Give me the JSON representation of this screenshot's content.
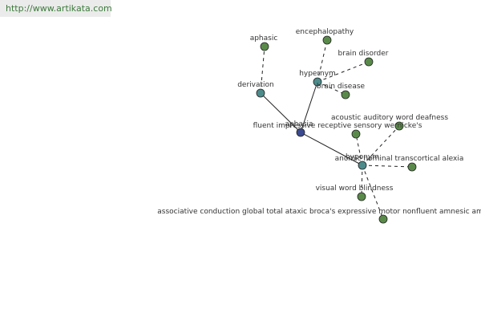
{
  "watermark": {
    "url": "http://www.artikata.com"
  },
  "colors": {
    "center": "#3b4a8f",
    "hub": "#4d8b8b",
    "leaf": "#5a8a4a",
    "stroke": "#222222"
  },
  "nodes": [
    {
      "id": "aphasia",
      "label": "aphasia",
      "kind": "center"
    },
    {
      "id": "hypernym1",
      "label": "hypernym",
      "kind": "hub"
    },
    {
      "id": "derivation",
      "label": "derivation",
      "kind": "hub"
    },
    {
      "id": "hyponym",
      "label": "hyponym",
      "kind": "hub"
    },
    {
      "id": "aphasic",
      "label": "aphasic",
      "kind": "leaf"
    },
    {
      "id": "encephalopathy",
      "label": "encephalopathy",
      "kind": "leaf"
    },
    {
      "id": "brain-disorder",
      "label": "brain disorder",
      "kind": "leaf"
    },
    {
      "id": "brain-disease",
      "label": "brain disease",
      "kind": "leaf"
    },
    {
      "id": "fluent-list",
      "label": "fluent impressive receptive sensory wernicke's",
      "kind": "leaf"
    },
    {
      "id": "acoustic",
      "label": "acoustic auditory word deafness",
      "kind": "leaf"
    },
    {
      "id": "anomic",
      "label": "anomic nominal transcortical alexia",
      "kind": "leaf"
    },
    {
      "id": "visual",
      "label": "visual word blindness",
      "kind": "leaf"
    },
    {
      "id": "associative",
      "label": "associative conduction global total ataxic broca's expressive motor nonfluent amnesic amnestic",
      "kind": "leaf"
    }
  ],
  "edges": [
    {
      "from": "aphasia",
      "to": "hypernym1",
      "style": "solid"
    },
    {
      "from": "aphasia",
      "to": "derivation",
      "style": "solid"
    },
    {
      "from": "aphasia",
      "to": "hyponym",
      "style": "solid"
    },
    {
      "from": "derivation",
      "to": "aphasic",
      "style": "dashed"
    },
    {
      "from": "hypernym1",
      "to": "encephalopathy",
      "style": "dashed"
    },
    {
      "from": "hypernym1",
      "to": "brain-disorder",
      "style": "dashed"
    },
    {
      "from": "hypernym1",
      "to": "brain-disease",
      "style": "dashed"
    },
    {
      "from": "hyponym",
      "to": "fluent-list",
      "style": "dashed"
    },
    {
      "from": "hyponym",
      "to": "acoustic",
      "style": "dashed"
    },
    {
      "from": "hyponym",
      "to": "anomic",
      "style": "dashed"
    },
    {
      "from": "hyponym",
      "to": "visual",
      "style": "dashed"
    },
    {
      "from": "hyponym",
      "to": "associative",
      "style": "dashed"
    }
  ]
}
